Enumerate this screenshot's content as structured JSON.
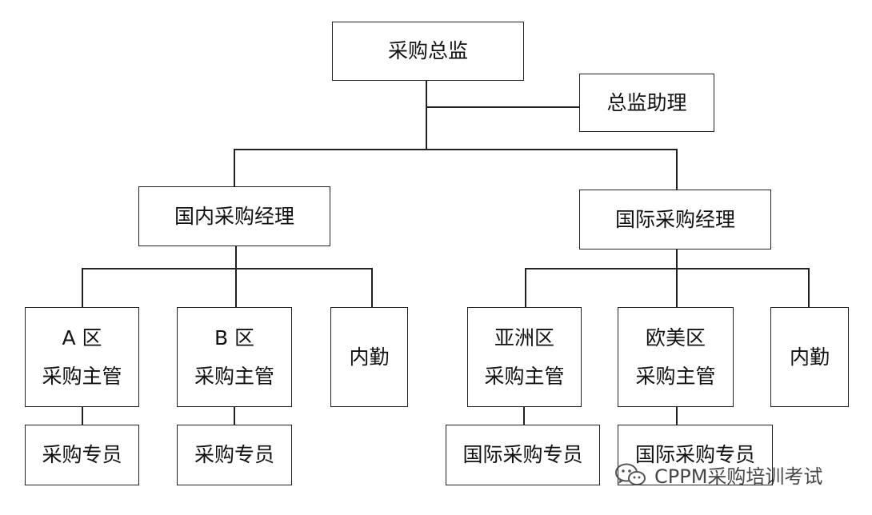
{
  "nodes": {
    "director": "采购总监",
    "assistant": "总监助理",
    "domestic_manager": "国内采购经理",
    "intl_manager": "国际采购经理",
    "a_supervisor": [
      "A 区",
      "采购主管"
    ],
    "b_supervisor": [
      "B 区",
      "采购主管"
    ],
    "domestic_admin": "内勤",
    "asia_supervisor": [
      "亚洲区",
      "采购主管"
    ],
    "euam_supervisor": [
      "欧美区",
      "采购主管"
    ],
    "intl_admin": "内勤",
    "a_specialist": "采购专员",
    "b_specialist": "采购专员",
    "asia_specialist": "国际采购专员",
    "euam_specialist": "国际采购专员"
  },
  "watermark": {
    "text": "CPPM采购培训考试",
    "icon": "wechat-icon"
  }
}
